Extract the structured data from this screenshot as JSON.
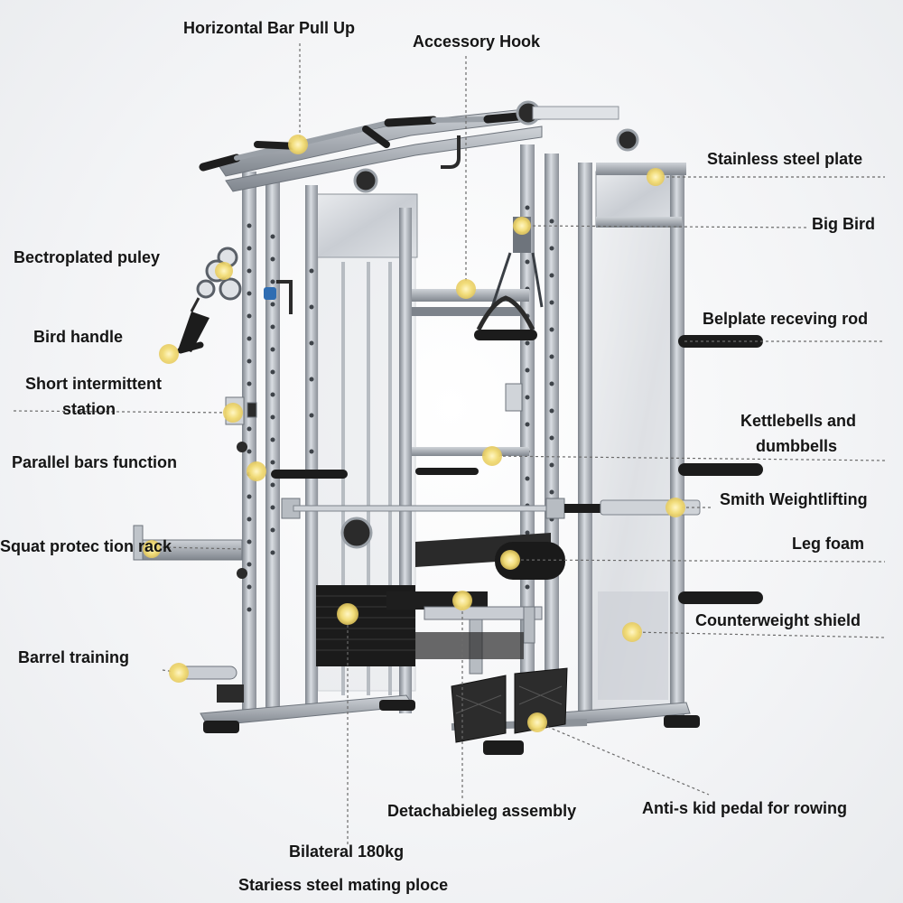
{
  "labels": {
    "horizontal_bar": "Horizontal Bar Pull Up",
    "accessory_hook": "Accessory Hook",
    "stainless_plate": "Stainless steel plate",
    "big_bird": "Big Bird",
    "pulley": "Bectroplated puley",
    "belplate_rod": "Belplate receving rod",
    "bird_handle": "Bird handle",
    "short_station_1": "Short intermittent",
    "short_station_2": "station",
    "kettlebells_1": "Kettlebells and",
    "kettlebells_2": "dumbbells",
    "parallel_bars": "Parallel bars function",
    "smith": "Smith Weightlifting",
    "squat_rack": "Squat protec tion rack",
    "leg_foam": "Leg foam",
    "counterweight": "Counterweight shield",
    "barrel": "Barrel training",
    "detachable_leg": "Detachabieleg assembly",
    "anti_skid": "Anti-s kid pedal for rowing",
    "bilateral": "Bilateral 180kg",
    "mating_place": "Stariess steel mating ploce"
  },
  "colors": {
    "frame": "#a7acb3",
    "frame_dark": "#6e747c",
    "weight_stack": "#1b1b1b",
    "marker": "#f2df7a",
    "leader": "#6b6b6b"
  }
}
